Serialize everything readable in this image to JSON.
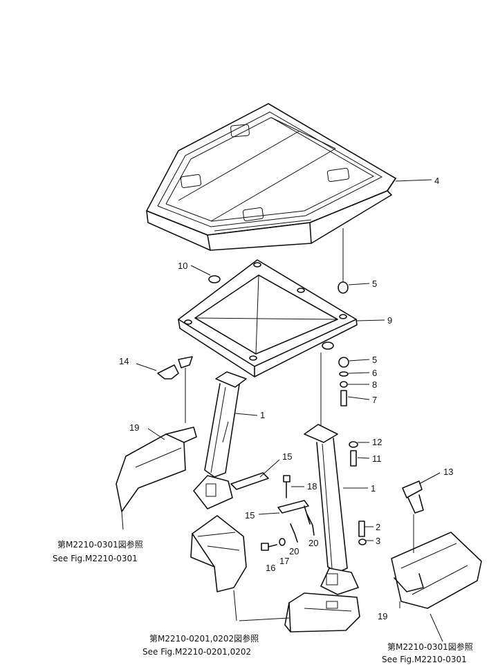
{
  "parts": {
    "p1a": "1",
    "p1b": "1",
    "p2": "2",
    "p3": "3",
    "p4": "4",
    "p5a": "5",
    "p5b": "5",
    "p6": "6",
    "p7": "7",
    "p8": "8",
    "p9": "9",
    "p10": "10",
    "p11": "11",
    "p12": "12",
    "p13": "13",
    "p14": "14",
    "p15a": "15",
    "p15b": "15",
    "p16": "16",
    "p17": "17",
    "p18": "18",
    "p19a": "19",
    "p19b": "19",
    "p20a": "20",
    "p20b": "20"
  },
  "refs": {
    "left_jp": "第M2210-0301図参照",
    "left_en": "See Fig.M2210-0301",
    "center_jp": "第M2210-0201,0202図参照",
    "center_en": "See Fig.M2210-0201,0202",
    "right_jp": "第M2210-0301図参照",
    "right_en": "See Fig.M2210-0301"
  }
}
